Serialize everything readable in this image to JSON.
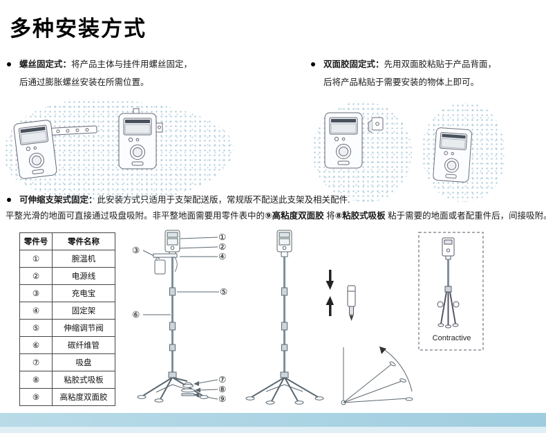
{
  "title": "多种安装方式",
  "methods": {
    "screw": {
      "label": "螺丝固定式：",
      "line1": "将产品主体与挂件用螺丝固定，",
      "line2": "后通过膨胀螺丝安装在所需位置。"
    },
    "tape": {
      "label": "双面胶固定式：",
      "line1": "先用双面胶粘贴于产品背面，",
      "line2": "后将产品粘贴于需要安装的物体上即可。"
    },
    "stand": {
      "label": "可伸缩支架式固定：",
      "line1": "此安装方式只适用于支架配送版，常规版不配送此支架及相关配件."
    }
  },
  "note": {
    "p1": "平整光滑的地面可直接通过吸盘吸附。非平整地面需要用零件表中的",
    "p2": "⑨高粘度双面胶",
    "p3": " 将",
    "p4": "⑧粘胶式吸板",
    "p5": " 粘于需要的地面或者配重件后，间接吸附。"
  },
  "parts_table": {
    "headers": {
      "no": "零件号",
      "name": "零件名称"
    },
    "rows": [
      {
        "no": "①",
        "name": "腕温机"
      },
      {
        "no": "②",
        "name": "电源线"
      },
      {
        "no": "③",
        "name": "充电宝"
      },
      {
        "no": "④",
        "name": "固定架"
      },
      {
        "no": "⑤",
        "name": "伸缩调节阀"
      },
      {
        "no": "⑥",
        "name": "碳纤维管"
      },
      {
        "no": "⑦",
        "name": "吸盘"
      },
      {
        "no": "⑧",
        "name": "粘胶式吸板"
      },
      {
        "no": "⑨",
        "name": "高粘度双面胶"
      }
    ]
  },
  "callouts": {
    "c1": "①",
    "c2": "②",
    "c3": "③",
    "c4": "④",
    "c5": "⑤",
    "c6": "⑥",
    "c7": "⑦",
    "c8": "⑧",
    "c9": "⑨"
  },
  "diagram": {
    "contractive_label": "Contractive"
  },
  "colors": {
    "footer_blue": "#a9d4e3",
    "speckle_blue": "#5c98b6"
  }
}
